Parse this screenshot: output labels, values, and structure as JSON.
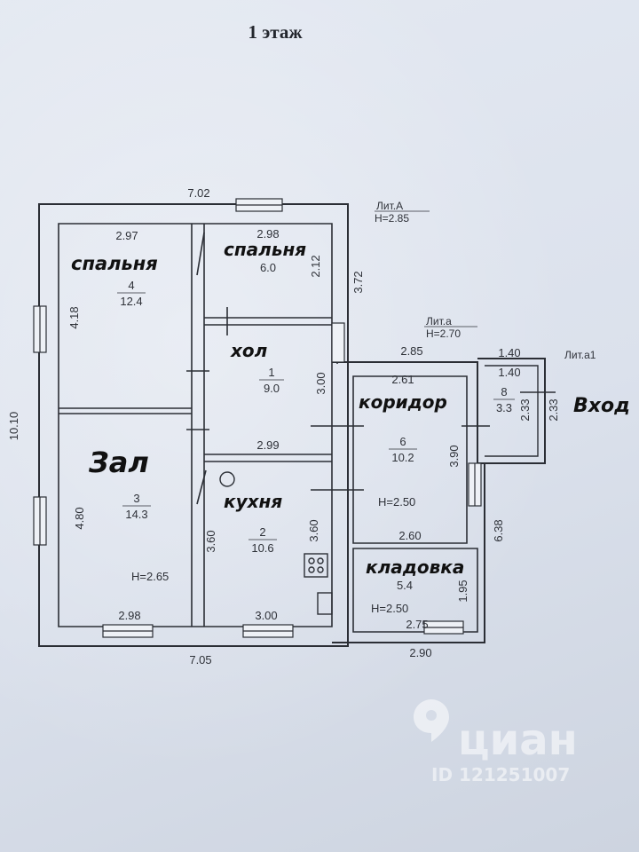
{
  "page_title": "1 этаж",
  "plan": {
    "outer_dims": {
      "top_width": "7.02",
      "bottom_width": "7.05",
      "left_height": "10.10",
      "right_height": "6.38",
      "ext_bottom_width": "2.90",
      "ext_top_width": "2.85",
      "porch_width_outer": "1.40",
      "porch_width_inner": "1.40"
    },
    "liters": {
      "main": "Лит.А",
      "main_height": "H=2.85",
      "ext": "Лит.а",
      "ext_height": "H=2.70",
      "porch": "Лит.а1"
    },
    "rooms": [
      {
        "handwritten": "спальня",
        "number": "4",
        "area": "12.4",
        "dims": [
          "2.97",
          "4.18"
        ]
      },
      {
        "handwritten": "спальня",
        "number": "",
        "area": "6.0",
        "dims": [
          "2.98",
          "2.12",
          "3.72"
        ]
      },
      {
        "handwritten": "хол",
        "number": "1",
        "area": "9.0",
        "dims": [
          "3.00",
          "2.99"
        ]
      },
      {
        "handwritten": "Зал",
        "number": "3",
        "area": "14.3",
        "dims": [
          "4.80",
          "2.98"
        ],
        "height": "H=2.65"
      },
      {
        "handwritten": "кухня",
        "number": "2",
        "area": "10.6",
        "dims": [
          "3.60",
          "3.60",
          "3.00"
        ]
      },
      {
        "handwritten": "коридор",
        "number": "6",
        "area": "10.2",
        "dims": [
          "2.61",
          "3.90",
          "2.60"
        ],
        "height": "H=2.50"
      },
      {
        "handwritten": "кладовка",
        "number": "",
        "area": "5.4",
        "dims": [
          "1.95",
          "2.75"
        ],
        "height": "H=2.50"
      },
      {
        "handwritten": "Вход",
        "number": "8",
        "area": "3.3",
        "dims": [
          "2.33",
          "2.33"
        ]
      }
    ]
  },
  "watermark": {
    "brand": "циан",
    "id_text": "ID 121251007"
  }
}
